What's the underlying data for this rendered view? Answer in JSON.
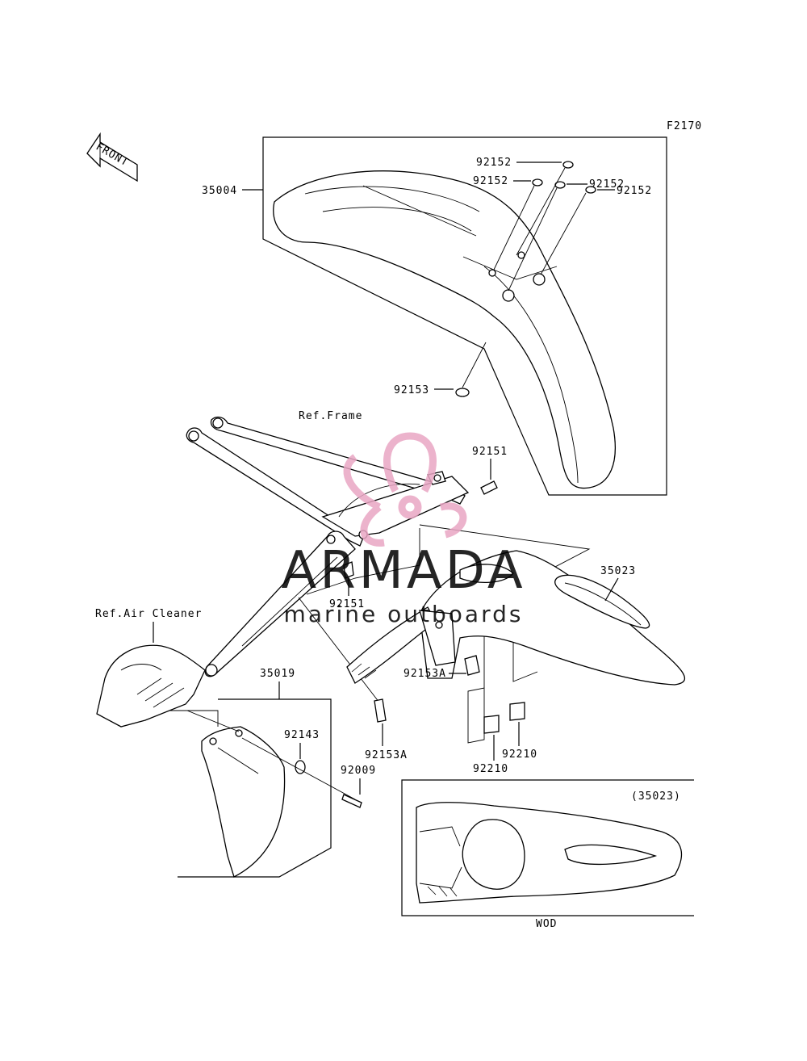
{
  "figure_code": "F2170",
  "direction_label": "FRONT",
  "reference_labels": {
    "frame": "Ref.Frame",
    "air_cleaner": "Ref.Air Cleaner"
  },
  "inset": {
    "part_ref": "(35023)",
    "caption": "WOD"
  },
  "watermark": {
    "brand": "ARMADA",
    "tagline": "marine outboards",
    "colors": {
      "logo": "#e9a6c4",
      "text": "#8c8c8c"
    }
  },
  "parts": {
    "front_fender": "35004",
    "rear_fender": "35023",
    "flap": "35019",
    "collar_a": "92152",
    "collar_b": "92152",
    "collar_c": "92152",
    "collar_d": "92152",
    "bolt_front": "92153",
    "bolt_frame_top": "92151",
    "bolt_frame_mid": "92151",
    "bolt_rear_a": "92153A",
    "bolt_rear_b": "92153A",
    "washer": "92143",
    "screw": "92009",
    "nut_a": "92210",
    "nut_b": "92210"
  }
}
